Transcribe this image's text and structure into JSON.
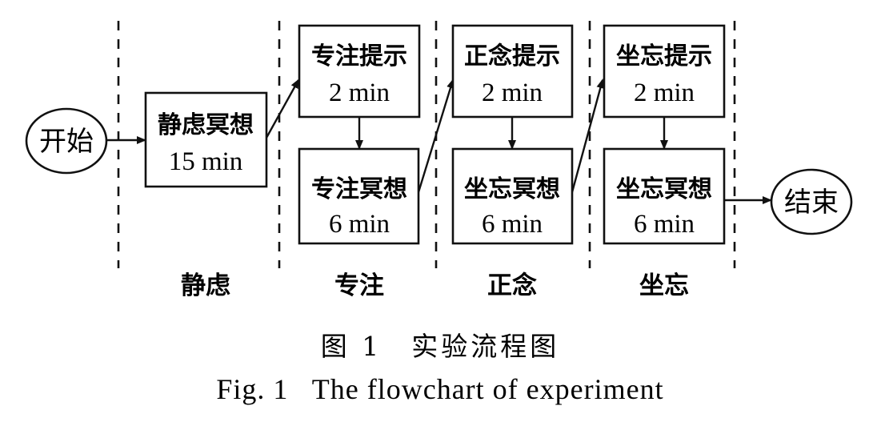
{
  "start": "开始",
  "end": "结束",
  "nodes": {
    "jinglv_meditation": {
      "title": "静虑冥想",
      "duration": "15 min"
    },
    "focus_prompt": {
      "title": "专注提示",
      "duration": "2 min"
    },
    "focus_meditation": {
      "title": "专注冥想",
      "duration": "6 min"
    },
    "mindful_prompt": {
      "title": "正念提示",
      "duration": "2 min"
    },
    "sitforget_prompt": {
      "title": "坐忘提示",
      "duration": "2 min"
    },
    "sitforget_meditation_1": {
      "title": "坐忘冥想",
      "duration": "6 min"
    },
    "sitforget_meditation_2": {
      "title": "坐忘冥想",
      "duration": "6 min"
    }
  },
  "phases": [
    "静虑",
    "专注",
    "正念",
    "坐忘"
  ],
  "caption": {
    "cn": "图 1　实验流程图",
    "en": "Fig. 1   The flowchart of experiment"
  }
}
